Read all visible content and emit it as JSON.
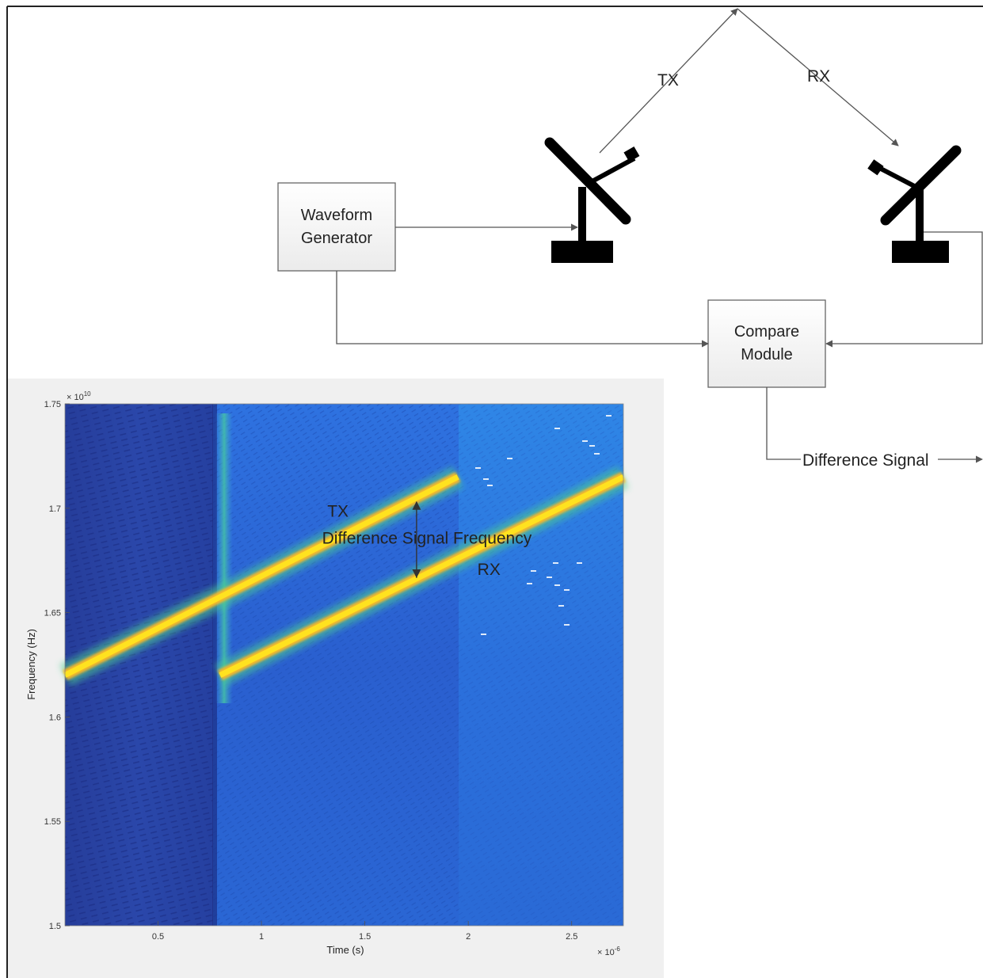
{
  "diagram": {
    "waveform_generator": {
      "line1": "Waveform",
      "line2": "Generator"
    },
    "compare_module": {
      "line1": "Compare",
      "line2": "Module"
    },
    "tx_label": "TX",
    "rx_label": "RX",
    "output_label": "Difference Signal",
    "icons": {
      "tx_antenna": "dish-antenna-icon",
      "rx_antenna": "dish-antenna-icon"
    }
  },
  "chart_data": {
    "type": "heatmap",
    "title": "",
    "xlabel": "Time (s)",
    "ylabel": "Frequency (Hz)",
    "x_multiplier": "× 10",
    "x_exponent": "-6",
    "y_multiplier": "× 10",
    "y_exponent": "10",
    "xlim": [
      5e-08,
      2.75e-06
    ],
    "ylim": [
      15000000000.0,
      17500000000.0
    ],
    "x_ticks": [
      5e-07,
      1e-06,
      1.5e-06,
      2e-06,
      2.5e-06
    ],
    "x_tick_labels": [
      "0.5",
      "1",
      "1.5",
      "2",
      "2.5"
    ],
    "y_ticks": [
      15000000000.0,
      15500000000.0,
      16000000000.0,
      16500000000.0,
      17000000000.0,
      17500000000.0
    ],
    "y_tick_labels": [
      "1.5",
      "1.55",
      "1.6",
      "1.65",
      "1.7",
      "1.75"
    ],
    "colormap": "parula",
    "series": [
      {
        "name": "TX",
        "x": [
          5e-08,
          1.95e-06
        ],
        "y": [
          16200000000.0,
          17150000000.0
        ]
      },
      {
        "name": "RX",
        "x": [
          8e-07,
          2.75e-06
        ],
        "y": [
          16200000000.0,
          17150000000.0
        ]
      }
    ],
    "annotations": [
      {
        "text": "TX",
        "x": 1.37e-06,
        "y": 16960000000.0
      },
      {
        "text": "RX",
        "x": 2.1e-06,
        "y": 16680000000.0
      },
      {
        "text": "Difference Signal Frequency",
        "x": 1.8e-06,
        "y": 16830000000.0
      }
    ],
    "difference_arrow": {
      "x": 1.75e-06,
      "y": [
        16670000000.0,
        17030000000.0
      ]
    },
    "colors": {
      "background": "#2a62d4",
      "trace_core": "#ffe21f",
      "trace_glow": "#4bd08f",
      "figure_bg": "#f0f0f0"
    }
  }
}
